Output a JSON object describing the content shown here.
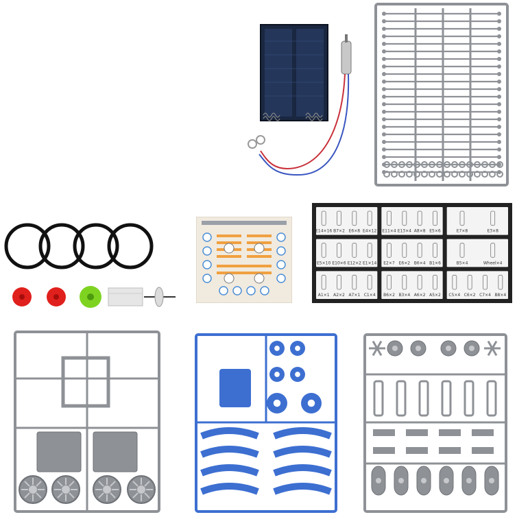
{
  "colors": {
    "background": "#ffffff",
    "sprue_grey": "#8e9196",
    "sprue_grey_light": "#b9bcc0",
    "sprue_blue": "#3d6fd1",
    "solar_dark": "#1a2740",
    "wire_red": "#c8303a",
    "wire_blue": "#3a56c0",
    "gear_red": "#e0201c",
    "gear_green": "#7ed321",
    "rubber_band": "#111111",
    "sticker_orange": "#f0a040",
    "parts_board_frame": "#222222"
  },
  "parts_board": {
    "labels": [
      [
        "E14×16",
        "B7×2",
        "E6×8",
        "E4×12",
        "E11×4",
        "E13×4",
        "A8×8",
        "E5×6",
        "E7×8",
        "E3×8"
      ],
      [
        "E5×10",
        "E10×6",
        "E12×2",
        "E1×14",
        "E2×7",
        "E6×2",
        "B6×4",
        "B1×6",
        "B5×4",
        "Wheel×4"
      ],
      [
        "A1×1",
        "A2×2",
        "A7×1",
        "C1×4",
        "B6×2",
        "B3×4",
        "A6×2",
        "A5×2",
        "C5×4",
        "C6×2",
        "C7×4",
        "B8×4"
      ]
    ]
  }
}
